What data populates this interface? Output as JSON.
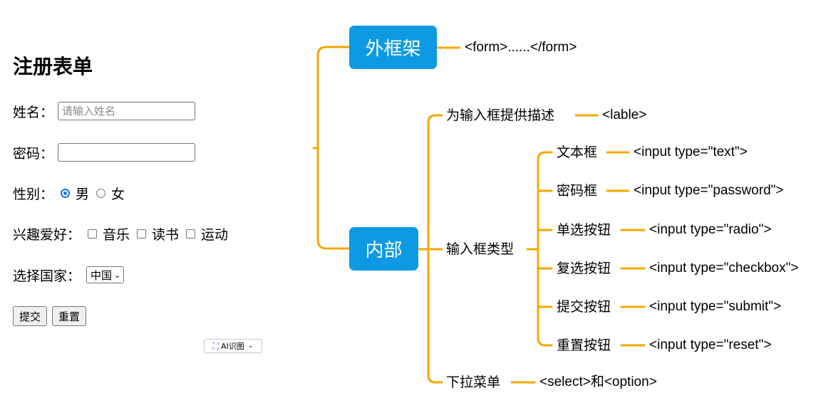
{
  "form": {
    "title": "注册表单",
    "name_label": "姓名：",
    "name_placeholder": "请输入姓名",
    "password_label": "密码：",
    "gender_label": "性别：",
    "gender_options": [
      {
        "label": "男",
        "checked": true
      },
      {
        "label": "女",
        "checked": false
      }
    ],
    "hobby_label": "兴趣爱好：",
    "hobbies": [
      "音乐",
      "读书",
      "运动"
    ],
    "country_label": "选择国家：",
    "country_selected": "中国",
    "submit_label": "提交",
    "reset_label": "重置",
    "ai_badge": "AI识图"
  },
  "mindmap": {
    "outer_frame": {
      "label": "外框架",
      "code": "<form>......</form>"
    },
    "inner": {
      "label": "内部",
      "desc": {
        "label": "为输入框提供描述",
        "code": "<lable>"
      },
      "input_types": {
        "label": "输入框类型",
        "items": [
          {
            "label": "文本框",
            "code": "<input type=\"text\">"
          },
          {
            "label": "密码框",
            "code": "<input type=\"password\">"
          },
          {
            "label": "单选按钮",
            "code": "<input type=\"radio\">"
          },
          {
            "label": "复选按钮",
            "code": "<input type=\"checkbox\">"
          },
          {
            "label": "提交按钮",
            "code": "<input type=\"submit\">"
          },
          {
            "label": "重置按钮",
            "code": "<input type=\"reset\">"
          }
        ]
      },
      "dropdown": {
        "label": "下拉菜单",
        "code": "<select>和<option>"
      }
    }
  },
  "colors": {
    "box": "#0d9ae3",
    "connector": "#f5a800"
  }
}
